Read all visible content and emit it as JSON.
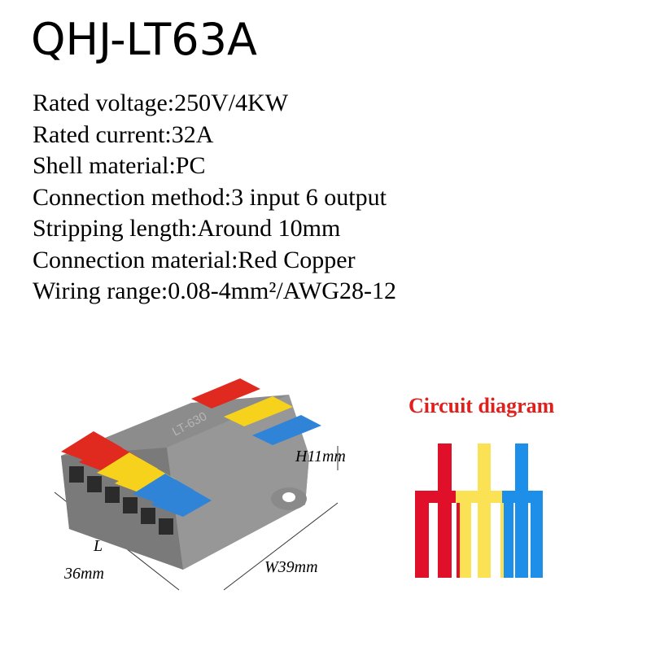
{
  "title": "QHJ-LT63A",
  "specs": [
    "Rated voltage:250V/4KW",
    "Rated current:32A",
    "Shell material:PC",
    "Connection method:3 input 6 output",
    "Stripping length:Around 10mm",
    "Connection material:Red Copper",
    "Wiring range:0.08-4mm²/AWG28-12"
  ],
  "product": {
    "height_label": "H11mm",
    "length_label_l": "L",
    "length_label_value": "36mm",
    "width_label": "W39mm",
    "body_text": "LT-630",
    "lever_colors": {
      "red": "#e02a1f",
      "yellow": "#f7d21c",
      "blue": "#2f84d8",
      "body": "#8a8a8a"
    }
  },
  "circuit": {
    "title": "Circuit diagram",
    "title_color": "#e0201c",
    "colors": {
      "red": "#e0102a",
      "yellow": "#fbe255",
      "blue": "#1e8fe8"
    }
  }
}
